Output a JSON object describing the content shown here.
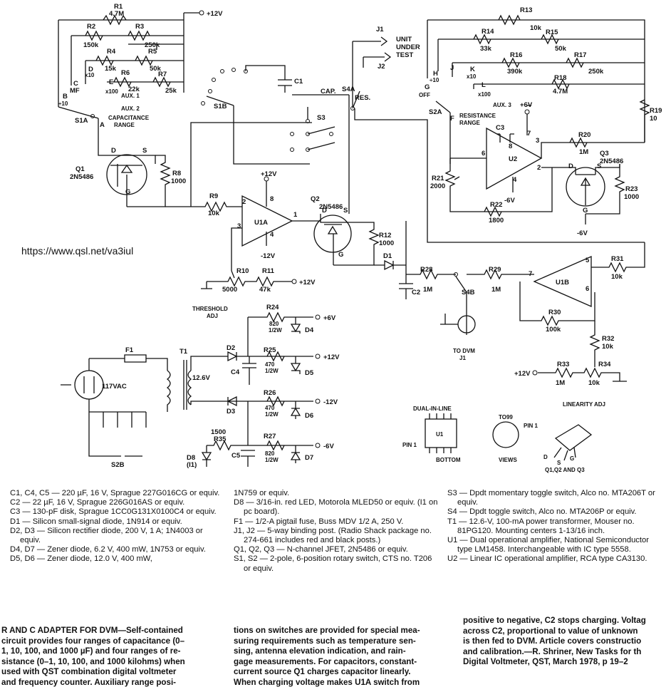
{
  "url": "https://www.qsl.net/va3iul",
  "labels": {
    "r1": "R1",
    "r1v": "4.7M",
    "v12top": "+12V",
    "r2": "R2",
    "r2v": "150k",
    "r3": "R3",
    "r3v": "250k",
    "r4": "R4",
    "r4v": "15k",
    "r5": "R5",
    "r5v": "50k",
    "r6": "R6",
    "r6v": "22k",
    "r7": "R7",
    "r7v": "25k",
    "sw_c": "C",
    "sw_mf": "MF",
    "sw_d": "D",
    "sw_x10": "x10",
    "sw_e": "E",
    "sw_x100": "x100",
    "sw_aux1": "AUX. 1",
    "sw_aux2": "AUX. 2",
    "sw_b": "B",
    "sw_div10": "÷10",
    "s1a": "S1A",
    "sw_a": "A",
    "cap_range": "CAPACITANCE\nRANGE",
    "q1": "Q1\n2N5486",
    "d": "D",
    "s": "S",
    "g": "G",
    "r8": "R8\n1000",
    "r9": "R9",
    "r9v": "10k",
    "plus12": "+12V",
    "minus12": "-12V",
    "u1a": "U1A",
    "pin2": "2",
    "pin3": "3",
    "pin8": "8",
    "pin4": "4",
    "pin1": "1",
    "q2": "Q2\n2N5486",
    "r12": "R12\n1000",
    "d1": "D1",
    "r10": "R10",
    "r10v": "5000",
    "r11": "R11",
    "r11v": "47k",
    "threshold": "THRESHOLD\nADJ",
    "s1b": "S1B",
    "c1": "C1",
    "cap": "CAP.",
    "s3": "S3",
    "j1": "J1",
    "j2": "J2",
    "unit_test": "UNIT\nUNDER\nTEST",
    "s4a": "S4A",
    "res": "RES.",
    "r13": "R13",
    "r13v": "10k",
    "r14": "R14",
    "r14v": "33k",
    "r15": "R15",
    "r15v": "50k",
    "r16": "R16",
    "r16v": "390k",
    "r17": "R17",
    "r17v": "250k",
    "r18": "R18",
    "r18v": "4.7M",
    "sw_h": "H",
    "sw_j": "J",
    "sw_k": "K",
    "sw_l": "L",
    "sw_g": "G",
    "sw_off": "OFF",
    "sw_aux3": "AUX. 3",
    "s2a": "S2A",
    "sw_f": "F",
    "res_range": "RESISTANCE\nRANGE",
    "plus6": "+6V",
    "minus6": "-6V",
    "c3": "C3",
    "u2": "U2",
    "p8": "8",
    "p7": "7",
    "p3": "3",
    "p6": "6",
    "p2": "2",
    "p4": "4",
    "r19": "R19\n10",
    "r20": "R20",
    "r20v": "1M",
    "q3": "Q3\n2N5486",
    "r21": "R21\n2000",
    "r22": "R22",
    "r22v": "1800",
    "r23": "R23\n1000",
    "r28": "R28",
    "r28v": "1M",
    "c2": "C2",
    "s4b": "S4B",
    "r29": "R29",
    "r29v": "1M",
    "u1b": "U1B",
    "p5": "5",
    "p6b": "6",
    "p7b": "7",
    "r31": "R31",
    "r31v": "10k",
    "r30": "R30",
    "r30v": "100k",
    "r32": "R32\n10k",
    "to_dvm": "TO DVM\nJ1",
    "r33": "R33",
    "r33v": "1M",
    "r34": "R34",
    "r34v": "10k",
    "linearity": "LINEARITY ADJ",
    "f1": "F1",
    "t1": "T1",
    "v117": "117VAC",
    "v126": "12.6V",
    "d2": "D2",
    "d3": "D3",
    "c4": "C4",
    "r24": "R24",
    "r24v": "820\n1/2W",
    "r25": "R25",
    "r25v": "470\n1/2W",
    "r26": "R26",
    "r26v": "470\n1/2W",
    "r27": "R27",
    "r27v": "820\n1/2W",
    "d4": "D4",
    "d5": "D5",
    "d6": "D6",
    "d7": "D7",
    "out_p6": "+6V",
    "out_p12": "+12V",
    "out_m12": "-12V",
    "out_m6": "-6V",
    "r35": "R35",
    "r35v": "1500",
    "d8": "D8\n(I1)",
    "c5": "C5",
    "s2b": "S2B",
    "dil": "DUAL-IN-LINE",
    "to99": "TO99",
    "u1pkg": "U1",
    "pin1a": "PIN 1",
    "pin1b": "PIN 1",
    "bottom": "BOTTOM",
    "views": "VIEWS",
    "q123": "Q1,Q2 AND Q3"
  },
  "parts_list": {
    "col1": [
      "C1, C4, C5 — 220 µF, 16 V, Sprague 227G016CG or equiv.",
      "C2 — 22 µF, 16 V, Sprague 226G016AS or equiv.",
      "C3 — 130-pF disk, Sprague 1CC0G131X0100C4 or equiv.",
      "D1 — Silicon small-signal diode, 1N914 or equiv.",
      "D2, D3 — Silicon rectifier diode, 200 V, 1 A; 1N4003 or equiv.",
      "D4, D7 — Zener diode, 6.2 V, 400 mW, 1N753 or equiv.",
      "D5, D6 — Zener diode, 12.0 V, 400 mW,"
    ],
    "col2": [
      "1N759 or equiv.",
      "D8 — 3/16-in. red LED, Motorola MLED50 or equiv. (I1 on pc board).",
      "F1 — 1/2-A pigtail fuse, Buss MDV 1/2 A, 250 V.",
      "J1, J2 — 5-way binding post. (Radio Shack package no. 274-661 includes red and black posts.)",
      "Q1, Q2, Q3 — N-channel JFET, 2N5486 or equiv.",
      "S1, S2 — 2-pole, 6-position rotary switch, CTS no. T206 or equiv."
    ],
    "col3": [
      "S3 — Dpdt momentary toggle switch, Alco no. MTA206T or equiv.",
      "S4 — Dpdt toggle switch, Alco no. MTA206P or equiv.",
      "T1 — 12.6-V, 100-mA power transformer, Mouser no. 81PG120. Mounting centers 1-13/16 inch.",
      "U1 — Dual operational amplifier, National Semiconductor type LM1458. Interchangeable with IC type 5558.",
      "U2 — Linear IC operational amplifier, RCA type CA3130."
    ]
  },
  "caption": {
    "col1": "R AND C ADAPTER FOR DVM—Self-contained\ncircuit provides four ranges of capacitance (0–\n1, 10, 100, and 1000 µF) and four ranges of re-\nsistance (0–1, 10, 100, and 1000 kilohms) when\nused with QST combination digital voltmeter\nand frequency counter. Auxiliary range posi-",
    "col2": "tions on switches are provided for special mea-\nsuring requirements such as temperature sen-\nsing, antenna elevation indication, and rain-\ngage measurements. For capacitors, constant-\ncurrent source Q1 charges capacitor linearly.\nWhen charging voltage makes U1A switch from",
    "col3": "positive to negative, C2 stops charging. Voltag\nacross C2, proportional to value of unknown\nis then fed to DVM. Article covers constructio\nand calibration.—R. Shriner, New Tasks for th\nDigital Voltmeter, QST, March 1978, p 19–2"
  }
}
